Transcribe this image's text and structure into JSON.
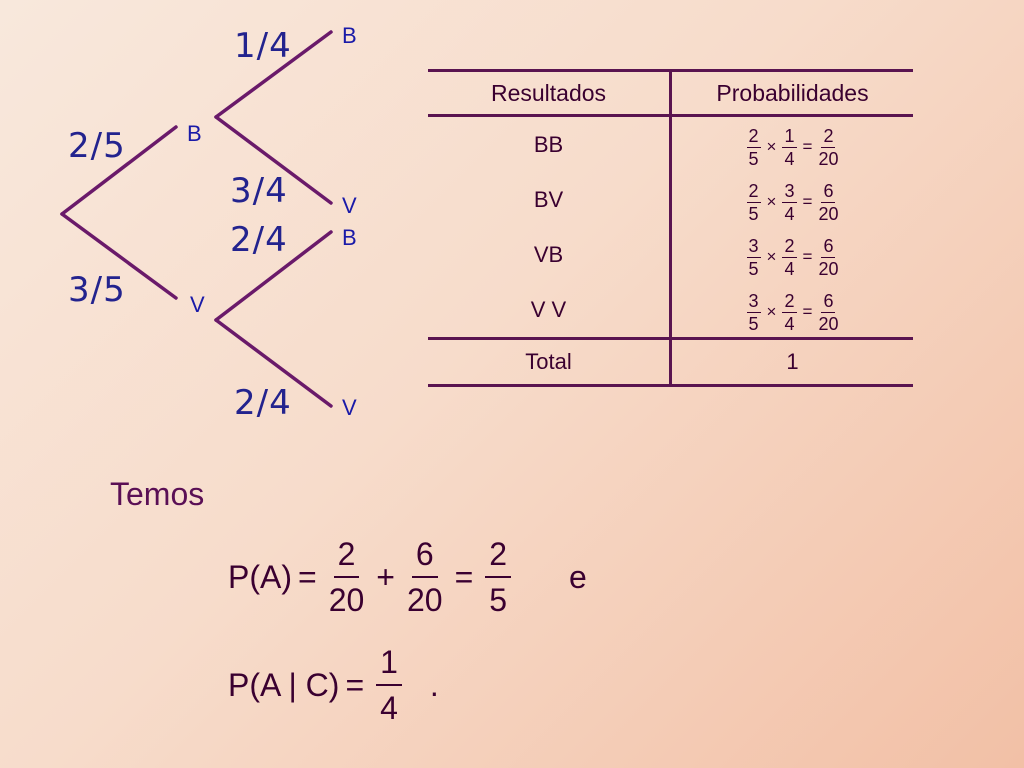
{
  "tree": {
    "branch_probs": {
      "first_B": "2/5",
      "first_V": "3/5",
      "B_then_B": "1/4",
      "B_then_V": "3/4",
      "V_then_B": "2/4",
      "V_then_V": "2/4"
    },
    "nodes": {
      "mid_B": "B",
      "mid_V": "V",
      "leaf_BB": "B",
      "leaf_BV": "V",
      "leaf_VB": "B",
      "leaf_VV": "V"
    }
  },
  "table": {
    "headers": [
      "Resultados",
      "Probabilidades"
    ],
    "rows": [
      {
        "result": "BB",
        "a_num": "2",
        "a_den": "5",
        "times": "×",
        "b_num": "1",
        "b_den": "4",
        "eq": "=",
        "r_num": "2",
        "r_den": "20"
      },
      {
        "result": "BV",
        "a_num": "2",
        "a_den": "5",
        "times": "×",
        "b_num": "3",
        "b_den": "4",
        "eq": "=",
        "r_num": "6",
        "r_den": "20"
      },
      {
        "result": "VB",
        "a_num": "3",
        "a_den": "5",
        "times": "×",
        "b_num": "2",
        "b_den": "4",
        "eq": "=",
        "r_num": "6",
        "r_den": "20"
      },
      {
        "result": "V V",
        "a_num": "3",
        "a_den": "5",
        "times": "×",
        "b_num": "2",
        "b_den": "4",
        "eq": "=",
        "r_num": "6",
        "r_den": "20"
      }
    ],
    "total_label": "Total",
    "total_value": "1"
  },
  "temos": "Temos",
  "eq1": {
    "lhs": "P(A)",
    "eq": "=",
    "f1_num": "2",
    "f1_den": "20",
    "plus": "+",
    "f2_num": "6",
    "f2_den": "20",
    "eq2": "=",
    "f3_num": "2",
    "f3_den": "5",
    "suffix": "e"
  },
  "eq2": {
    "lhs": "P(A | C)",
    "eq": "=",
    "f_num": "1",
    "f_den": "4",
    "suffix": "."
  },
  "colors": {
    "tree_line": "#6a1a6a",
    "prob_text": "#23238e",
    "node_text": "#1a1aa8",
    "table_line": "#5a1450",
    "temos_text": "#5a0f55"
  }
}
